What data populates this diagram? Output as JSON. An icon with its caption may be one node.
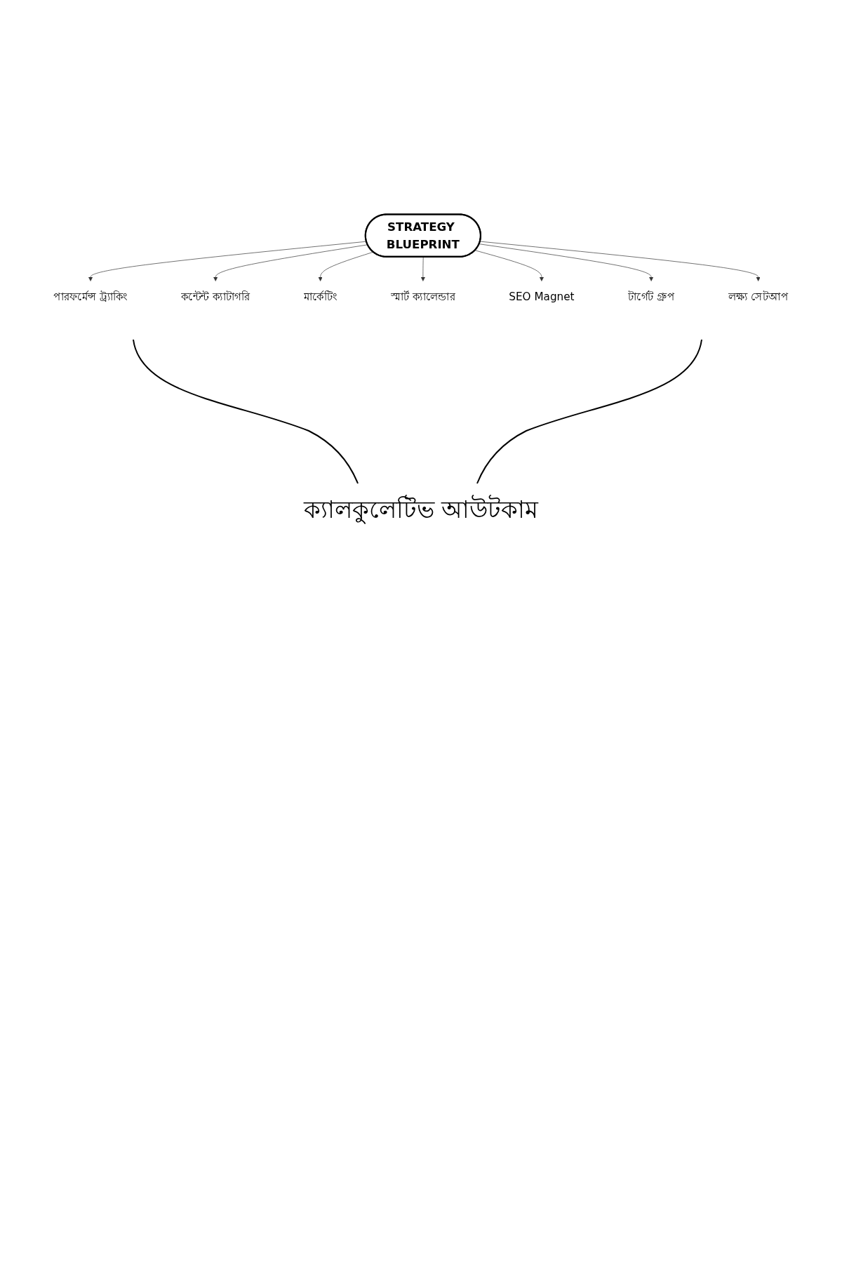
{
  "diagram": {
    "nodes": [
      {
        "text": [
          "পারফর্মেন্স ট্র্যাকিং"
        ]
      },
      {
        "text": [
          "কন্টেন্ট ক্যাটাগরি"
        ]
      },
      {
        "text": [
          "মার্কেটিং"
        ]
      },
      {
        "text": [
          "STRATEGY BLUEPRINT"
        ]
      },
      {
        "text": [
          "স্মার্ট ক্যালেন্ডার"
        ]
      },
      {
        "text": [
          "SEO Magnet"
        ]
      },
      {
        "text": [
          "টার্গেট গ্রুপ"
        ]
      },
      {
        "text": [
          "লক্ষ্য সেটআপ"
        ]
      }
    ],
    "edges": [
      {
        "from": 3,
        "to": 0,
        "arrow": "to"
      },
      {
        "from": 3,
        "to": 1,
        "arrow": "to"
      },
      {
        "from": 3,
        "to": 2,
        "arrow": "to"
      },
      {
        "from": 3,
        "to": 4,
        "arrow": "to"
      },
      {
        "from": 3,
        "to": 5,
        "arrow": "to"
      },
      {
        "from": 3,
        "to": 6,
        "arrow": "to"
      },
      {
        "from": 3,
        "to": 7,
        "arrow": "to"
      }
    ],
    "labels": [
      "ক্যালকুলেটিভ আউটকাম"
    ]
  }
}
